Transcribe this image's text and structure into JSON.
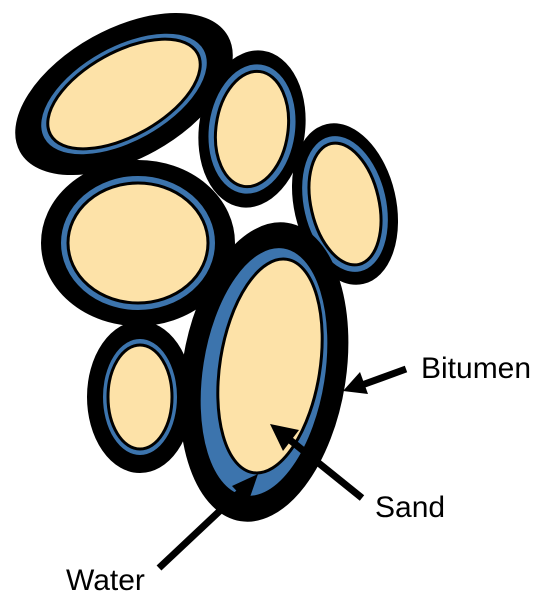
{
  "labels": {
    "bitumen": "Bitumen",
    "sand": "Sand",
    "water": "Water"
  },
  "colors": {
    "bitumen": "#000000",
    "water": "#3c74ad",
    "sand": "#fde2a8",
    "background": "#ffffff"
  },
  "grains": [
    {
      "name": "grain-top-left"
    },
    {
      "name": "grain-top-middle"
    },
    {
      "name": "grain-right"
    },
    {
      "name": "grain-middle-left"
    },
    {
      "name": "grain-small-bottom-left"
    },
    {
      "name": "grain-large"
    }
  ]
}
